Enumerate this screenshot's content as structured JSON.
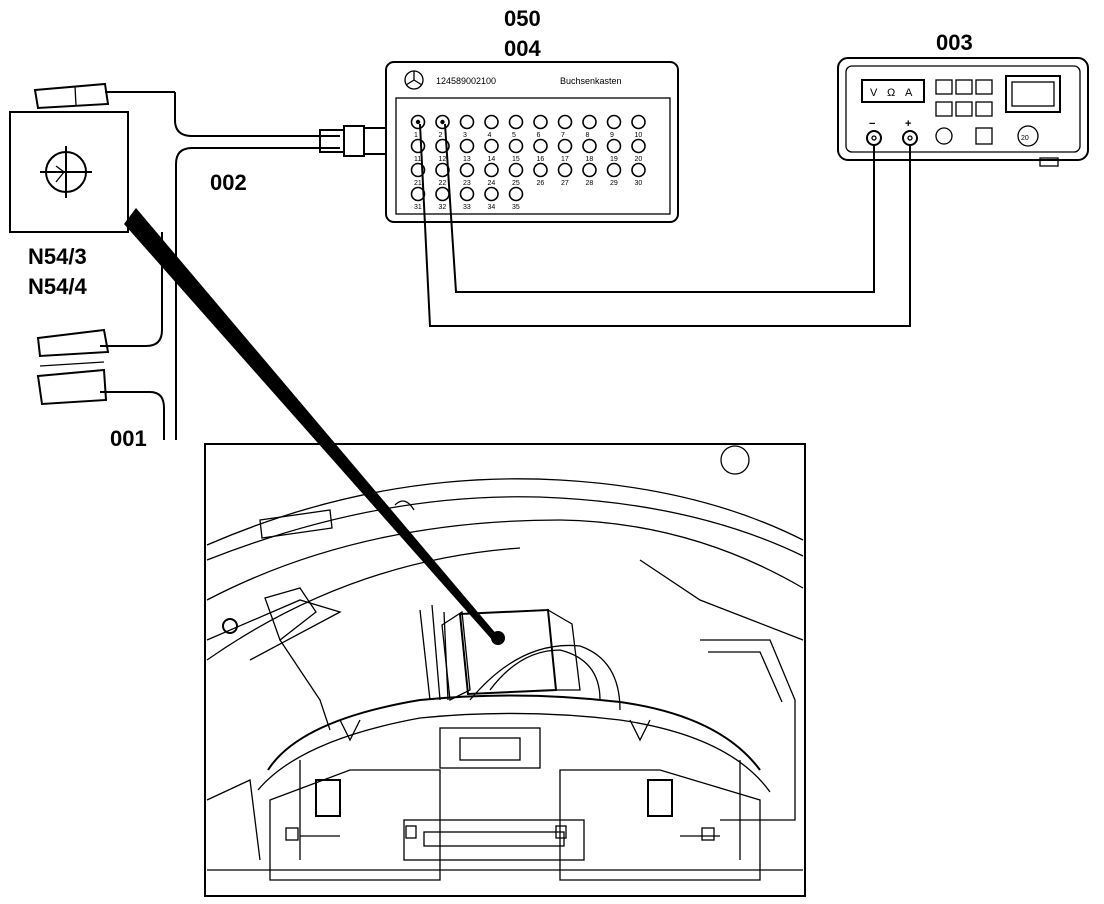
{
  "labels": {
    "ref_050": "050",
    "ref_004": "004",
    "ref_003": "003",
    "ref_002": "002",
    "ref_001": "001",
    "comp_n54_3": "N54/3",
    "comp_n54_4": "N54/4"
  },
  "socket_box": {
    "part_number": "124589002100",
    "title": "Buchsenkasten",
    "sockets_row1": [
      "1",
      "2",
      "3",
      "4",
      "5",
      "6",
      "7",
      "8",
      "9",
      "10"
    ],
    "sockets_row2": [
      "11",
      "12",
      "13",
      "14",
      "15",
      "16",
      "17",
      "18",
      "19",
      "20"
    ],
    "sockets_row3": [
      "21",
      "22",
      "23",
      "24",
      "25",
      "26",
      "27",
      "28",
      "29",
      "30"
    ],
    "sockets_row4": [
      "31",
      "32",
      "33",
      "34",
      "35"
    ]
  },
  "multimeter": {
    "mode_v": "V",
    "mode_ohm": "Ω",
    "mode_a": "A",
    "terminal_minus": "−",
    "terminal_plus": "+",
    "dial_label": "20"
  },
  "colors": {
    "line": "#000000",
    "background": "#ffffff"
  }
}
